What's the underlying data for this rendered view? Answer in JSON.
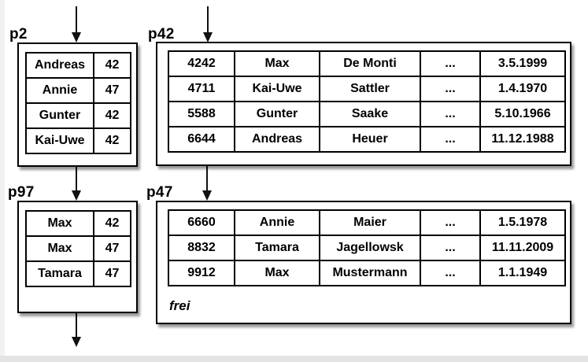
{
  "pages": [
    {
      "label": "p2",
      "rows": [
        [
          "Andreas",
          "42"
        ],
        [
          "Annie",
          "47"
        ],
        [
          "Gunter",
          "42"
        ],
        [
          "Kai-Uwe",
          "42"
        ]
      ]
    },
    {
      "label": "p42",
      "rows": [
        [
          "4242",
          "Max",
          "De Monti",
          "...",
          "3.5.1999"
        ],
        [
          "4711",
          "Kai-Uwe",
          "Sattler",
          "...",
          "1.4.1970"
        ],
        [
          "5588",
          "Gunter",
          "Saake",
          "...",
          "5.10.1966"
        ],
        [
          "6644",
          "Andreas",
          "Heuer",
          "...",
          "11.12.1988"
        ]
      ]
    },
    {
      "label": "p97",
      "rows": [
        [
          "Max",
          "42"
        ],
        [
          "Max",
          "47"
        ],
        [
          "Tamara",
          "47"
        ]
      ]
    },
    {
      "label": "p47",
      "rows": [
        [
          "6660",
          "Annie",
          "Maier",
          "...",
          "1.5.1978"
        ],
        [
          "8832",
          "Tamara",
          "Jagellowsk",
          "...",
          "11.11.2009"
        ],
        [
          "9912",
          "Max",
          "Mustermann",
          "...",
          "1.1.1949"
        ]
      ],
      "free_label": "frei"
    }
  ],
  "colors": {
    "ink": "#000000",
    "background": "#ffffff",
    "left_edge_strip": "#f1f1f1",
    "bottom_edge_strip": "#e3e3e3",
    "box_shadow": "rgba(0,0,0,0.4)"
  }
}
